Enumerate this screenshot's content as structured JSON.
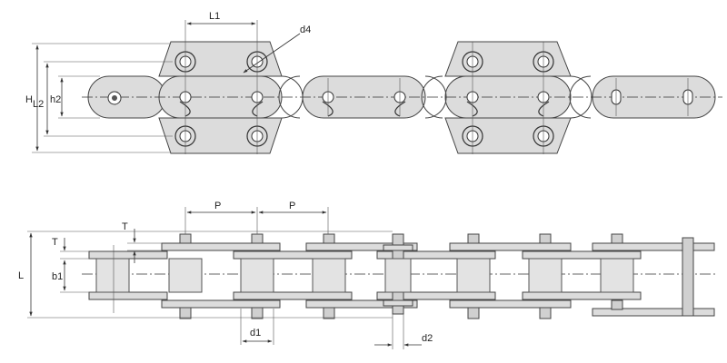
{
  "labels": {
    "L1": "L1",
    "d4": "d4",
    "H": "H",
    "L2": "L2",
    "h2": "h2",
    "P_left": "P",
    "P_right": "P",
    "T": "T",
    "b1": "b1",
    "L": "L",
    "d1": "d1",
    "d2": "d2"
  }
}
